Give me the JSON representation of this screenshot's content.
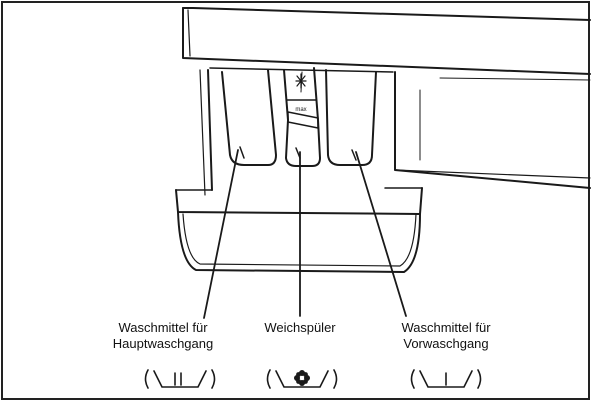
{
  "labels": {
    "main_wash": {
      "line1": "Waschmittel für",
      "line2": "Hauptwaschgang"
    },
    "softener": {
      "line1": "Weichspüler"
    },
    "pre_wash": {
      "line1": "Waschmittel für",
      "line2": "Vorwaschgang"
    }
  },
  "compartment_marking": "max",
  "symbols": {
    "main_wash": "main-wash-compartment-symbol",
    "softener": "softener-flower-symbol",
    "pre_wash": "pre-wash-compartment-symbol"
  },
  "colors": {
    "line": "#1a1a1a",
    "frame": "#222222",
    "background": "#ffffff"
  }
}
